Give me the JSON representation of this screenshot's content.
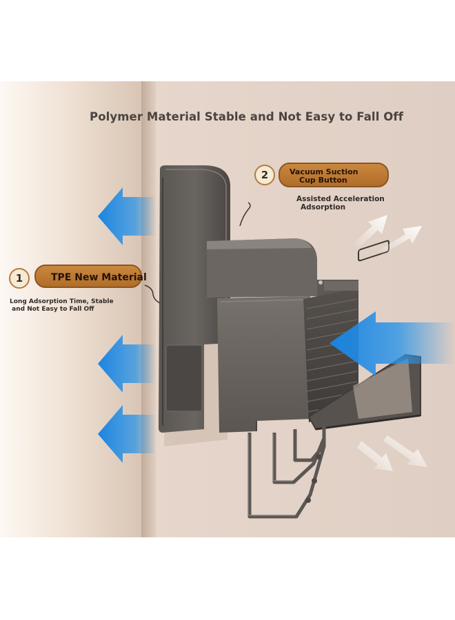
{
  "headline": "Polymer Material Stable and Not Easy to Fall Off",
  "features": [
    {
      "number": "1",
      "title": "TPE New Material",
      "desc_line1": "Long Adsorption Time, Stable",
      "desc_line2": " and Not Easy to Fall Off"
    },
    {
      "number": "2",
      "title_line1": "Vacuum Suction",
      "title_line2": "Cup Button",
      "desc_line1": "Assisted Acceleration",
      "desc_line2": "Adsorption"
    }
  ],
  "colors": {
    "accent_pill": "#c07a33",
    "arrow_blue": "#1e8fe6",
    "wall": "#dccbbe",
    "product_gray": "#4e4a47"
  }
}
